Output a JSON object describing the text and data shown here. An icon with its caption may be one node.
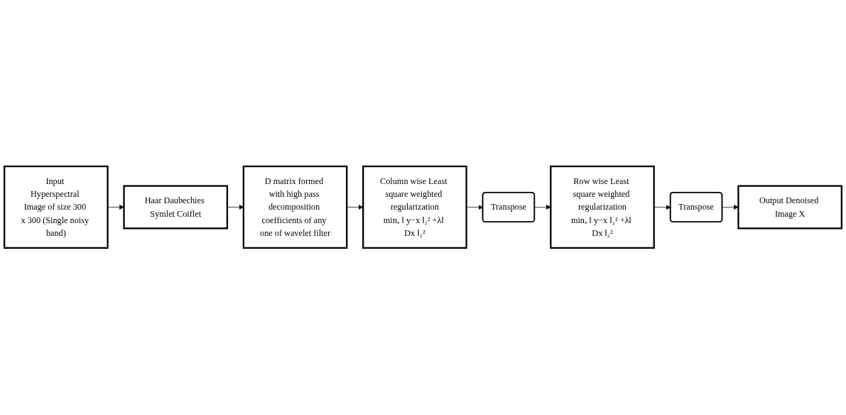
{
  "diagram": {
    "nodes": [
      {
        "text": [
          "Input Hyperspectral Image of size 300 x 300 (Single noisy band)"
        ]
      },
      {
        "text": [
          "Haar Daubechies Symlet Coiflet"
        ]
      },
      {
        "text": [
          "D matrix formed with high pass decomposition coefficients of any one of wavelet filter"
        ]
      },
      {
        "text": [
          "Column wise Least square weighted regularization",
          "minₓ ‖ y−x ‖₂² +λ‖ Dx ‖₂²"
        ]
      },
      {
        "text": [
          "Transpose"
        ]
      },
      {
        "text": [
          "Row wise Least square weighted regularization",
          "minₓ ‖ y−x ‖₂² +λ‖ Dx ‖₂²"
        ]
      },
      {
        "text": [
          "Transpose"
        ]
      },
      {
        "text": [
          "Output Denoised Image X"
        ]
      }
    ],
    "edges": [
      {
        "from": 0,
        "to": 1,
        "arrow": "to"
      },
      {
        "from": 1,
        "to": 2,
        "arrow": "to"
      },
      {
        "from": 2,
        "to": 3,
        "arrow": "to"
      },
      {
        "from": 3,
        "to": 4,
        "arrow": "to"
      },
      {
        "from": 4,
        "to": 5,
        "arrow": "to"
      },
      {
        "from": 5,
        "to": 6,
        "arrow": "to"
      },
      {
        "from": 6,
        "to": 7,
        "arrow": "to"
      }
    ]
  }
}
